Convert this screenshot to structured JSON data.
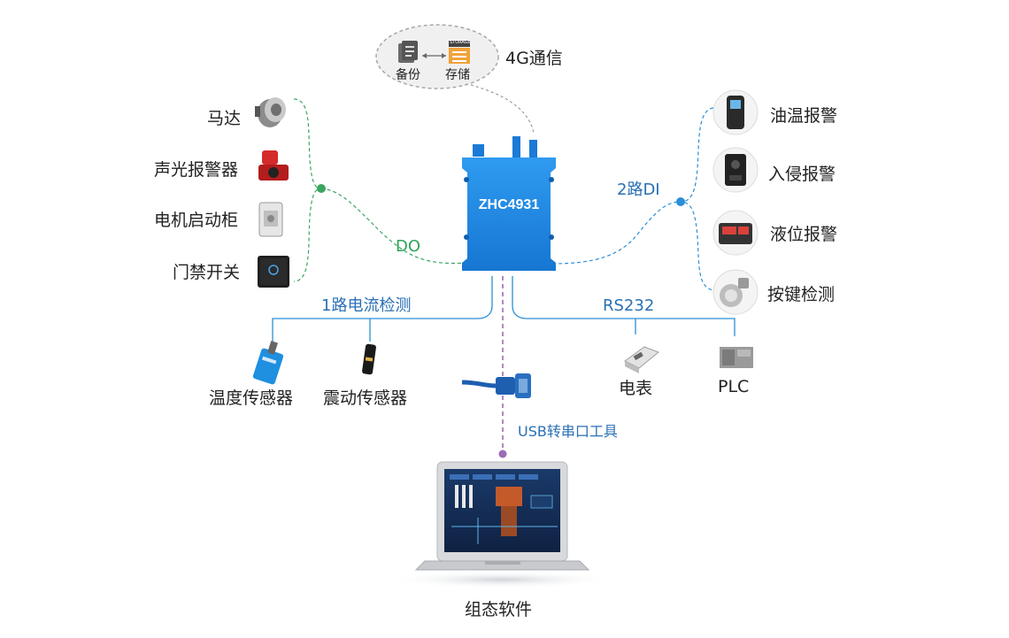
{
  "top_bubble": {
    "backup_label": "备份",
    "storage_label": "存储",
    "storage_tag": "STORAGE",
    "comm_label": "4G通信"
  },
  "device": {
    "model": "ZHC4931"
  },
  "do_group": {
    "label": "DO",
    "items": [
      "马达",
      "声光报警器",
      "电机启动柜",
      "门禁开关"
    ]
  },
  "di_group": {
    "label": "2路DI",
    "items": [
      "油温报警",
      "入侵报警",
      "液位报警",
      "按键检测"
    ]
  },
  "current_group": {
    "label": "1路电流检测",
    "items": [
      "温度传感器",
      "震动传感器"
    ]
  },
  "rs232_group": {
    "label": "RS232",
    "items": [
      "电表",
      "PLC"
    ]
  },
  "usb": {
    "label": "USB转串口工具"
  },
  "software": {
    "label": "组态软件"
  },
  "colors": {
    "device_blue": "#1e88e5",
    "line_green": "#3aa661",
    "line_blue": "#2a8fd6",
    "line_purple": "#9b6bb5",
    "label_blue": "#2a6fb5"
  }
}
